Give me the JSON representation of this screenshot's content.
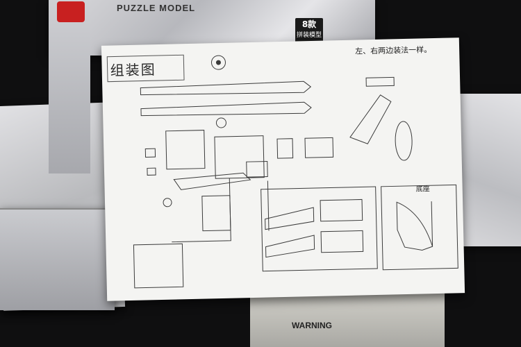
{
  "box_top": {
    "series_text": "PUZZLE MODEL",
    "badge_number": "8",
    "badge_label": "款",
    "badge_sub": "拼装模型"
  },
  "sheet": {
    "title": "组装图",
    "note": "左、右两边装法一样。",
    "base_label": "底座"
  },
  "bag": {
    "warning": "WARNING"
  },
  "colors": {
    "background": "#0f0f10",
    "paper": "#f4f4f2",
    "ink": "#2a2a2a",
    "badge_red": "#c82020"
  }
}
